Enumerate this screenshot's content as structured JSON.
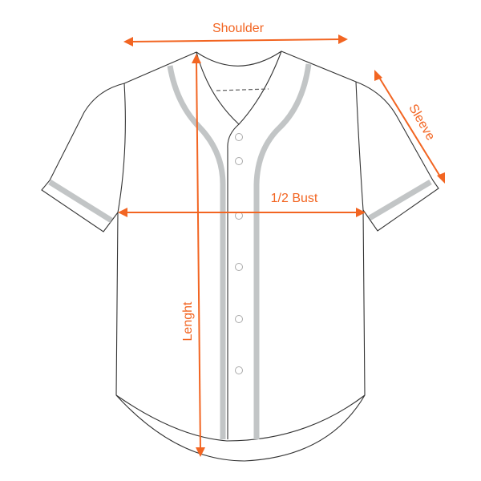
{
  "labels": {
    "shoulder": "Shoulder",
    "sleeve": "Sleeve",
    "bust": "1/2 Bust",
    "length": "Lenght"
  },
  "colors": {
    "measure": "#f26522",
    "trim": "#c2c5c6",
    "outline": "#333333"
  },
  "buttons_count": 6
}
